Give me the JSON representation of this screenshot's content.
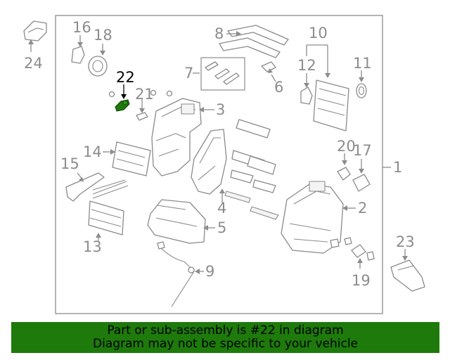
{
  "labels": {
    "l1": "1",
    "l2": "2",
    "l3": "3",
    "l4": "4",
    "l5": "5",
    "l6": "6",
    "l7": "7",
    "l8": "8",
    "l9": "9",
    "l10": "10",
    "l11": "11",
    "l12": "12",
    "l13": "13",
    "l14": "14",
    "l15": "15",
    "l16": "16",
    "l17": "17",
    "l18": "18",
    "l19": "19",
    "l20": "20",
    "l21": "21",
    "l22": "22",
    "l23": "23",
    "l24": "24"
  },
  "highlight": {
    "part_number": "22",
    "color": "#1d7a0b",
    "label_color": "#000000"
  },
  "banner": {
    "line1": "Part or sub-assembly is #22 in diagram",
    "line2": "Diagram may not be specific to your vehicle",
    "background": "#1d7a0b"
  }
}
